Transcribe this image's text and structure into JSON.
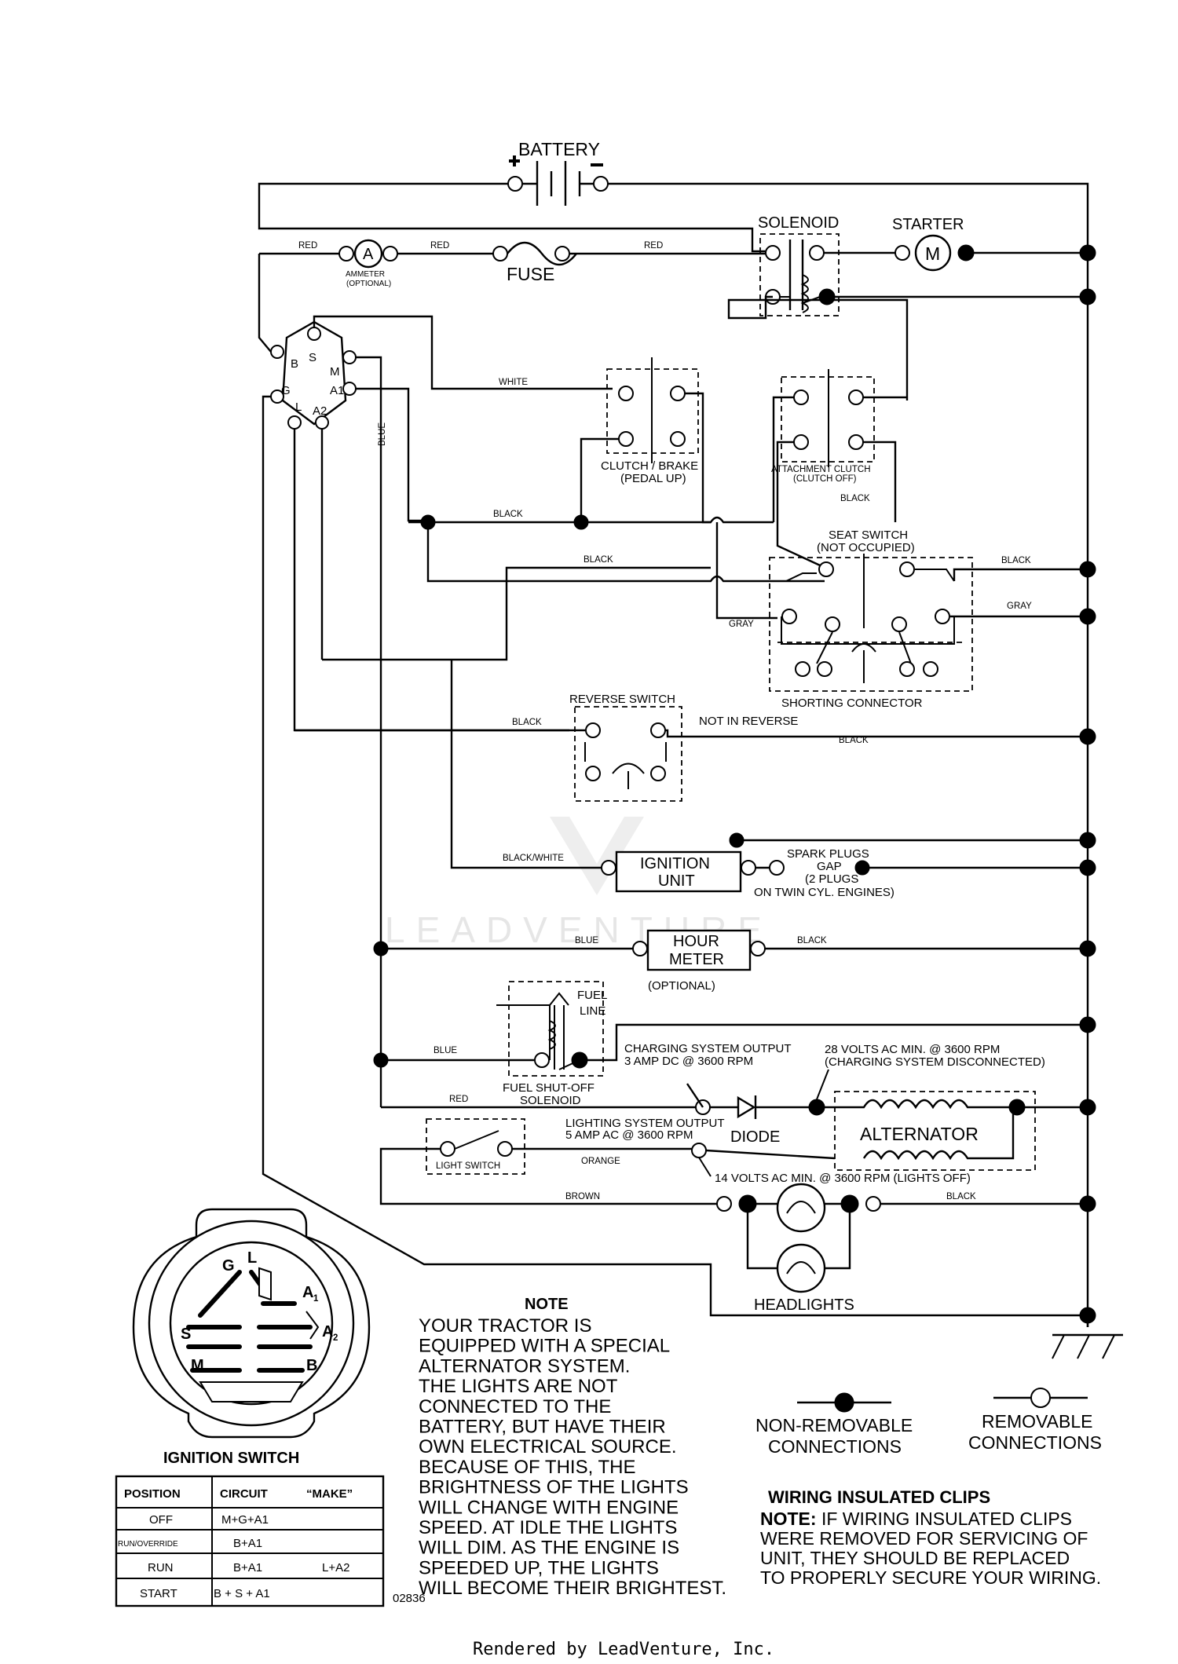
{
  "labels": {
    "battery": "BATTERY",
    "solenoid": "SOLENOID",
    "starter": "STARTER",
    "starter_m": "M",
    "ammeter_a": "A",
    "ammeter": "AMMETER",
    "ammeter_opt": "(OPTIONAL)",
    "fuse": "FUSE",
    "clutch_brake": "CLUTCH / BRAKE",
    "pedal_up": "(PEDAL UP)",
    "attachment_clutch": "ATTACHMENT CLUTCH",
    "clutch_off": "(CLUTCH OFF)",
    "seat_switch": "SEAT SWITCH",
    "not_occupied": "(NOT OCCUPIED)",
    "shorting_connector": "SHORTING CONNECTOR",
    "reverse_switch": "REVERSE SWITCH",
    "not_in_reverse": "NOT IN REVERSE",
    "ignition_unit_1": "IGNITION",
    "ignition_unit_2": "UNIT",
    "spark_plugs_1": "SPARK PLUGS",
    "spark_plugs_2": "GAP",
    "spark_plugs_3": "(2 PLUGS",
    "spark_plugs_4": "ON TWIN CYL. ENGINES)",
    "hour_meter_1": "HOUR",
    "hour_meter_2": "METER",
    "hour_meter_opt": "(OPTIONAL)",
    "fuel": "FUEL",
    "line": "LINE",
    "fuel_shutoff_1": "FUEL SHUT-OFF",
    "fuel_shutoff_2": "SOLENOID",
    "charging_output_1": "CHARGING SYSTEM OUTPUT",
    "charging_output_2": "3 AMP DC @ 3600 RPM",
    "volts28_1": "28 VOLTS AC MIN. @ 3600 RPM",
    "volts28_2": "(CHARGING SYSTEM DISCONNECTED)",
    "lighting_output_1": "LIGHTING SYSTEM OUTPUT",
    "lighting_output_2": "5 AMP AC @ 3600 RPM",
    "diode": "DIODE",
    "alternator": "ALTERNATOR",
    "light_switch": "LIGHT SWITCH",
    "volts14": "14 VOLTS AC MIN. @ 3600 RPM (LIGHTS OFF)",
    "headlights": "HEADLIGHTS",
    "ignition_switch": "IGNITION SWITCH",
    "diagram_number": "02836",
    "footer": "Rendered by LeadVenture, Inc.",
    "watermark": "LEADVENTURE"
  },
  "terminals": [
    "B",
    "S",
    "M",
    "G",
    "A1",
    "L",
    "A2"
  ],
  "ignition_icon_letters": {
    "g": "G",
    "l": "L",
    "a1": "A",
    "a1_sub": "1",
    "s": "S",
    "a2": "A",
    "a2_sub": "2",
    "m": "M",
    "b": "B"
  },
  "wire_colors": {
    "red": "RED",
    "white": "WHITE",
    "blue": "BLUE",
    "black": "BLACK",
    "gray": "GRAY",
    "black_white": "BLACK/WHITE",
    "orange": "ORANGE",
    "brown": "BROWN"
  },
  "note": {
    "title": "NOTE",
    "lines": [
      "YOUR TRACTOR IS",
      "EQUIPPED WITH A SPECIAL",
      "ALTERNATOR SYSTEM.",
      "THE LIGHTS ARE NOT",
      "CONNECTED TO THE",
      "BATTERY, BUT HAVE THEIR",
      "OWN ELECTRICAL SOURCE.",
      "BECAUSE OF THIS, THE",
      "BRIGHTNESS OF THE LIGHTS",
      "WILL CHANGE WITH ENGINE",
      "SPEED.  AT IDLE THE LIGHTS",
      "WILL DIM.  AS THE ENGINE IS",
      "SPEEDED UP, THE LIGHTS",
      "WILL BECOME THEIR BRIGHTEST."
    ]
  },
  "legend": {
    "non_removable_1": "NON-REMOVABLE",
    "non_removable_2": "CONNECTIONS",
    "removable_1": "REMOVABLE",
    "removable_2": "CONNECTIONS"
  },
  "clips": {
    "title": "WIRING INSULATED CLIPS",
    "note_label": "NOTE:",
    "line1": " IF WIRING INSULATED CLIPS",
    "line2": "WERE REMOVED FOR SERVICING OF",
    "line3": " UNIT, THEY SHOULD BE REPLACED",
    "line4": "TO PROPERLY SECURE YOUR WIRING."
  },
  "ignition_table": {
    "headers": [
      "POSITION",
      "CIRCUIT",
      "“MAKE”"
    ],
    "rows": [
      [
        "OFF",
        "M+G+A1",
        ""
      ],
      [
        "RUN/OVERRIDE",
        "B+A1",
        ""
      ],
      [
        "RUN",
        "B+A1",
        "L+A2"
      ],
      [
        "START",
        "B + S + A1",
        ""
      ]
    ]
  }
}
